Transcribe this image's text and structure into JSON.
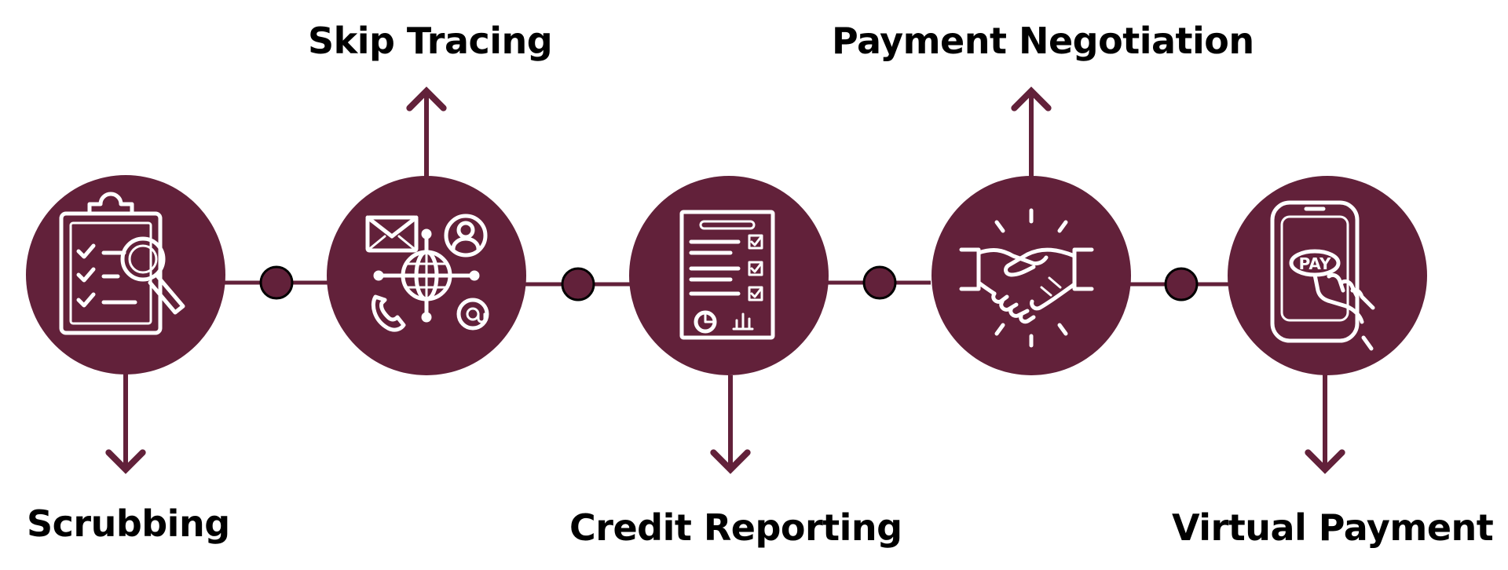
{
  "colors": {
    "primary": "#62213a",
    "connector_dot_border": "#000000",
    "icon": "#ffffff",
    "label": "#000000"
  },
  "steps": [
    {
      "label": "Scrubbing",
      "icon": "clipboard-checklist-magnifier-icon",
      "arrow": "down"
    },
    {
      "label": "Skip Tracing",
      "icon": "network-contact-globe-icon",
      "arrow": "up"
    },
    {
      "label": "Credit Reporting",
      "icon": "report-document-checklist-icon",
      "arrow": "down"
    },
    {
      "label": "Payment Negotiation",
      "icon": "handshake-icon",
      "arrow": "up"
    },
    {
      "label": "Virtual Payment",
      "icon": "phone-pay-tap-icon",
      "arrow": "down"
    }
  ],
  "icon_text": {
    "pay": "PAY"
  }
}
